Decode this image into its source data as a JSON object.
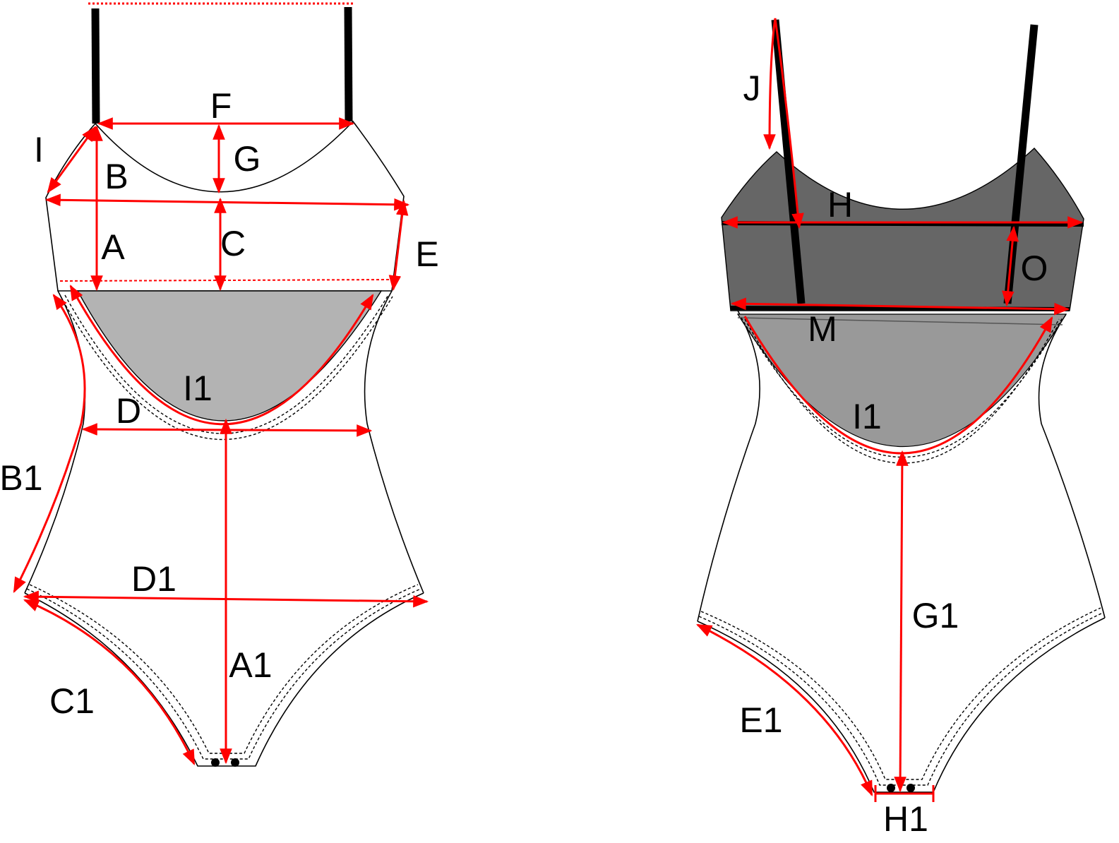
{
  "diagram": {
    "title": "Bodysuit measurement diagram",
    "colors": {
      "measure": "#ff0000",
      "outline": "#000000",
      "cup_front": "#b3b3b3",
      "back_band": "#666666",
      "cup_back": "#999999"
    },
    "front": {
      "labels": {
        "F": "F",
        "G": "G",
        "I": "I",
        "B": "B",
        "A": "A",
        "C": "C",
        "E": "E",
        "I1": "I1",
        "D": "D",
        "B1": "B1",
        "D1": "D1",
        "A1": "A1",
        "C1": "C1"
      }
    },
    "back": {
      "labels": {
        "J": "J",
        "H": "H",
        "O": "O",
        "M": "M",
        "I1": "I1",
        "G1": "G1",
        "E1": "E1",
        "H1": "H1"
      }
    }
  }
}
